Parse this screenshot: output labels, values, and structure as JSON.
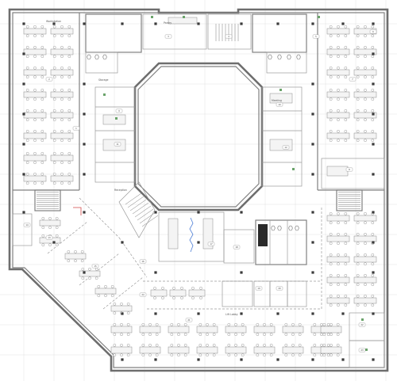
{
  "plan": {
    "room_labels": [
      {
        "key": "nw",
        "text": "Workstation"
      },
      {
        "key": "pantry",
        "text": "Pantry"
      },
      {
        "key": "meet",
        "text": "Meeting"
      },
      {
        "key": "stor",
        "text": "Storage"
      },
      {
        "key": "reception",
        "text": "Reception"
      },
      {
        "key": "lobby",
        "text": "Lift Lobby"
      }
    ],
    "room_tags": [
      "1",
      "2",
      "3",
      "4",
      "5",
      "6",
      "7",
      "8",
      "9",
      "10",
      "11",
      "12",
      "13",
      "14",
      "15",
      "16",
      "17",
      "18",
      "19",
      "20",
      "21",
      "22",
      "23",
      "24"
    ]
  }
}
